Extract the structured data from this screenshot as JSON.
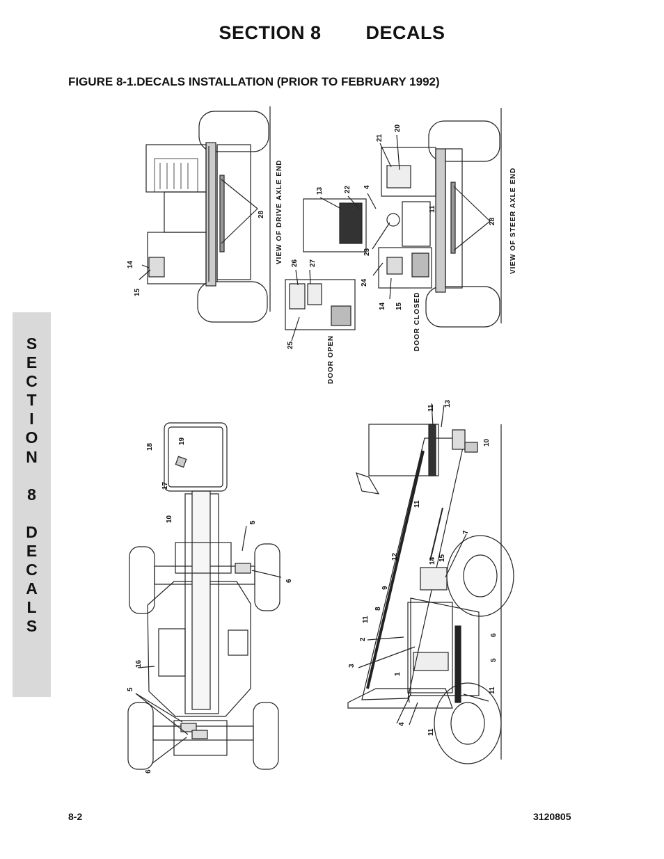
{
  "header": {
    "section": "SECTION 8",
    "title": "DECALS",
    "figure_title": "FIGURE 8-1.DECALS INSTALLATION (PRIOR TO FEBRUARY 1992)"
  },
  "side_tab": {
    "letters": [
      "S",
      "E",
      "C",
      "T",
      "I",
      "O",
      "N",
      " ",
      "8",
      " ",
      "D",
      "E",
      "C",
      "A",
      "L",
      "S"
    ]
  },
  "views": {
    "drive_axle": "VIEW OF DRIVE AXLE END",
    "steer_axle": "VIEW OF STEER AXLE END",
    "door_open": "DOOR OPEN",
    "door_closed": "DOOR CLOSED"
  },
  "callouts": {
    "drive": [
      "14",
      "15",
      "28"
    ],
    "door_open": [
      "25",
      "26",
      "27"
    ],
    "steer": [
      "13",
      "22",
      "4",
      "21",
      "20",
      "11",
      "23",
      "24",
      "14",
      "15",
      "28"
    ],
    "top_view": [
      "18",
      "19",
      "17",
      "10",
      "5",
      "6",
      "16",
      "5",
      "6"
    ],
    "side_view": [
      "13",
      "11",
      "10",
      "11",
      "7",
      "12",
      "14",
      "15",
      "9",
      "8",
      "11",
      "2",
      "3",
      "1",
      "6",
      "5",
      "4",
      "11",
      "11"
    ]
  },
  "footer": {
    "page": "8-2",
    "doc_number": "3120805"
  }
}
